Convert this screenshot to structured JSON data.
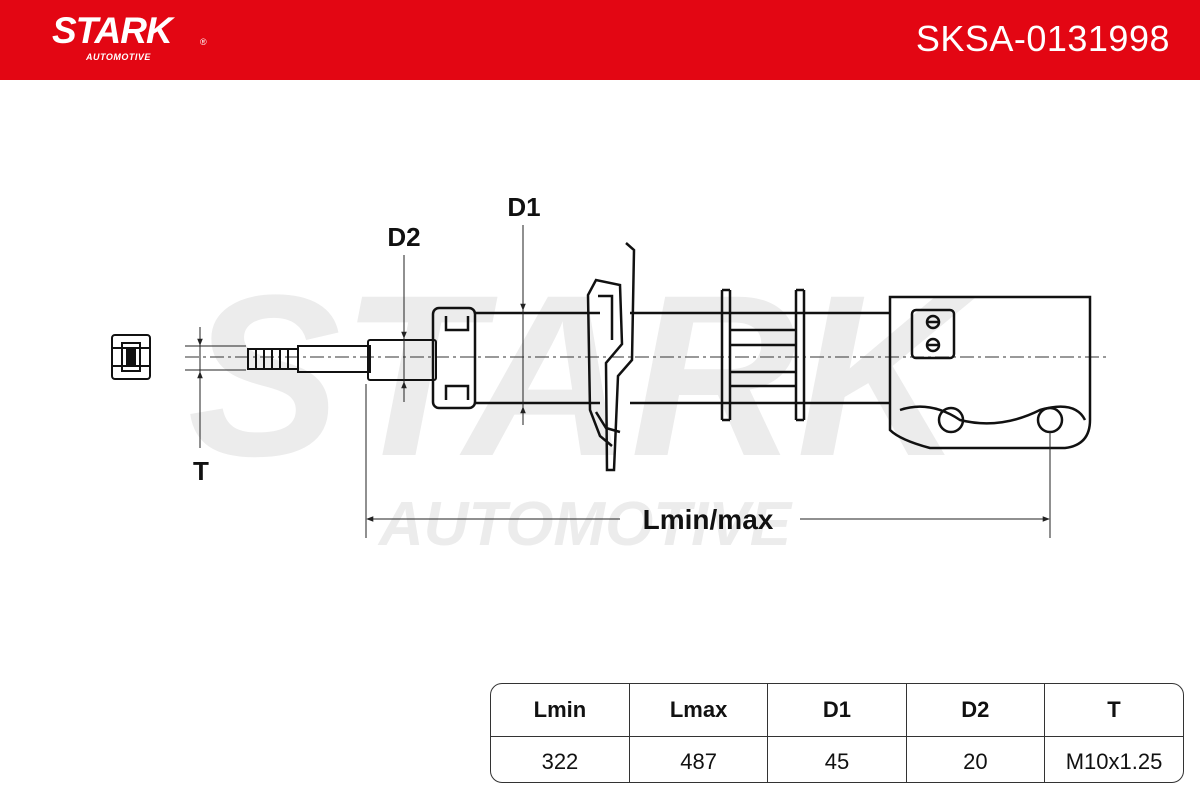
{
  "header": {
    "brand": "STARK",
    "brand_sub": "AUTOMOTIVE",
    "registered_mark": "®",
    "part_number": "SKSA-0131998",
    "brand_color": "#e30613"
  },
  "watermark": {
    "main": "STARK",
    "sub": "AUTOMOTIVE"
  },
  "drawing": {
    "labels": {
      "d1": "D1",
      "d2": "D2",
      "t": "T",
      "length": "Lmin/max"
    }
  },
  "spec_table": {
    "headers": [
      "Lmin",
      "Lmax",
      "D1",
      "D2",
      "T"
    ],
    "values": [
      "322",
      "487",
      "45",
      "20",
      "M10x1.25"
    ]
  }
}
